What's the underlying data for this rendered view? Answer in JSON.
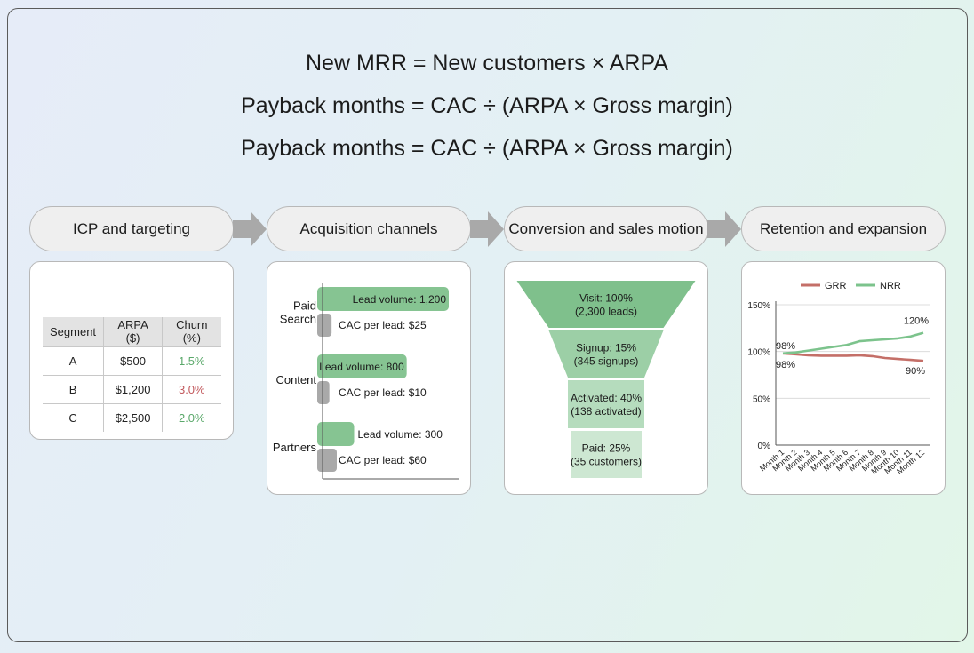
{
  "formulas": [
    "New MRR = New customers × ARPA",
    "Payback months = CAC ÷ (ARPA × Gross margin)",
    "Payback months = CAC ÷ (ARPA × Gross margin)"
  ],
  "stages": [
    "ICP and targeting",
    "Acquisition channels",
    "Conversion and sales motion",
    "Retention and expansion"
  ],
  "segment_table": {
    "headers": [
      "Segment",
      "ARPA ($)",
      "Churn (%)"
    ],
    "rows": [
      {
        "segment": "A",
        "arpa": "$500",
        "churn": "1.5%"
      },
      {
        "segment": "B",
        "arpa": "$1,200",
        "churn": "3.0%"
      },
      {
        "segment": "C",
        "arpa": "$2,500",
        "churn": "2.0%"
      }
    ]
  },
  "colors": {
    "green": "#86c492",
    "gray": "#a9a9a9",
    "grr_line": "#c46f68",
    "nrr_line": "#7cc38c",
    "churn_good": "#5aa86a",
    "churn_bad": "#c2595d"
  },
  "chart_data": [
    {
      "type": "bar",
      "categories": [
        "Paid Search",
        "Content",
        "Partners"
      ],
      "category_labels": [
        [
          "Paid",
          "Search"
        ],
        [
          "Content"
        ],
        [
          "Partners"
        ]
      ],
      "series": [
        {
          "name": "Lead volume",
          "values": [
            1200,
            800,
            300
          ],
          "labels": [
            "Lead volume: 1,200",
            "Lead volume: 800",
            "Lead volume: 300"
          ]
        },
        {
          "name": "CAC per lead",
          "values": [
            25,
            10,
            60
          ],
          "labels": [
            "CAC per lead: $25",
            "CAC per lead: $10",
            "CAC per lead: $60"
          ]
        }
      ]
    },
    {
      "type": "funnel",
      "stages": [
        {
          "line1": "Visit: 100%",
          "line2": "(2,300 leads)",
          "percent": 100,
          "count": 2300
        },
        {
          "line1": "Signup: 15%",
          "line2": "(345 signups)",
          "percent": 15,
          "count": 345
        },
        {
          "line1": "Activated: 40%",
          "line2": "(138 activated)",
          "percent": 40,
          "count": 138
        },
        {
          "line1": "Paid: 25%",
          "line2": "(35 customers)",
          "percent": 25,
          "count": 35
        }
      ]
    },
    {
      "type": "line",
      "categories": [
        "Month 1",
        "Month 2",
        "Month 3",
        "Month 4",
        "Month 5",
        "Month 6",
        "Month 7",
        "Month 8",
        "Month 9",
        "Month 10",
        "Month 11",
        "Month 12"
      ],
      "series": [
        {
          "name": "GRR",
          "values": [
            98,
            97,
            96,
            95.5,
            95.5,
            95.5,
            96,
            95,
            93,
            92,
            91,
            90
          ],
          "start_label": "98%",
          "end_label": "90%"
        },
        {
          "name": "NRR",
          "values": [
            98,
            99,
            101,
            103,
            105,
            107,
            111,
            112,
            113,
            114,
            116,
            120
          ],
          "start_label": "98%",
          "end_label": "120%"
        }
      ],
      "ylim": [
        0,
        150
      ],
      "yticks": [
        "0%",
        "50%",
        "100%",
        "150%"
      ],
      "ytick_values": [
        0,
        50,
        100,
        150
      ],
      "grid": true,
      "legend": "top-center"
    }
  ]
}
